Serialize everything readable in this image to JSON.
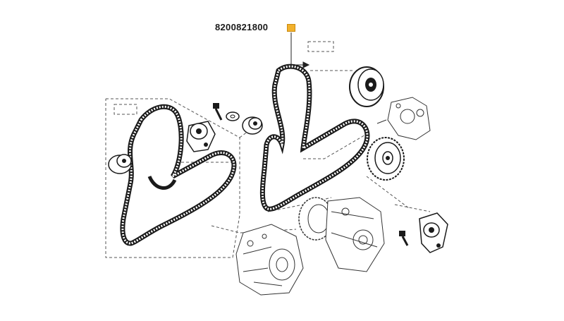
{
  "diagram": {
    "part_number": "8200821800",
    "reference_badge": "",
    "colors": {
      "badge": "#f2b12c",
      "line": "#1a1a1a",
      "background": "#ffffff"
    },
    "components": [
      "belt-large",
      "belt-small",
      "idler-pulley",
      "tensioner-left",
      "tensioner-right",
      "power-steering-pump-pulley",
      "crankshaft-pulley",
      "alternator",
      "ac-compressor",
      "bolt",
      "washer",
      "roller"
    ]
  }
}
